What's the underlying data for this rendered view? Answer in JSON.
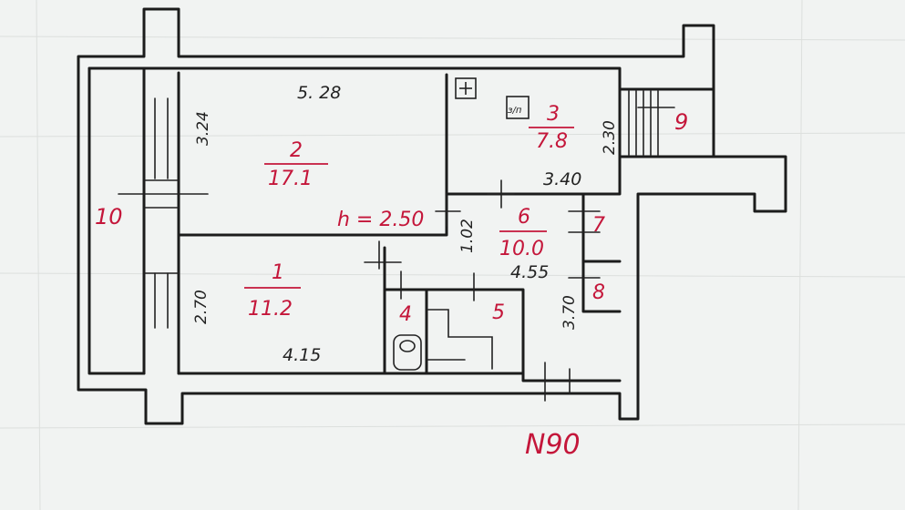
{
  "plan_label": "N90",
  "rooms": [
    {
      "id": "1",
      "area": "11.2"
    },
    {
      "id": "2",
      "area": "17.1"
    },
    {
      "id": "3",
      "area": "7.8"
    },
    {
      "id": "4"
    },
    {
      "id": "5"
    },
    {
      "id": "6",
      "area": "10.0"
    },
    {
      "id": "7"
    },
    {
      "id": "8"
    },
    {
      "id": "9"
    },
    {
      "id": "10"
    }
  ],
  "dimensions": {
    "d_528": "5. 28",
    "d_324": "3.24",
    "d_270": "2.70",
    "d_415": "4.15",
    "d_340": "3.40",
    "d_230": "2.30",
    "d_455": "4.55",
    "d_370": "3.70",
    "d_102": "1.02"
  },
  "ceiling_height": "h = 2.50",
  "symbols": {
    "vent_mark": "ɜ/п",
    "colors": {
      "room_ink": "#c4163a",
      "line_ink": "#1c1c1c",
      "paper": "#f1f3f2"
    }
  }
}
